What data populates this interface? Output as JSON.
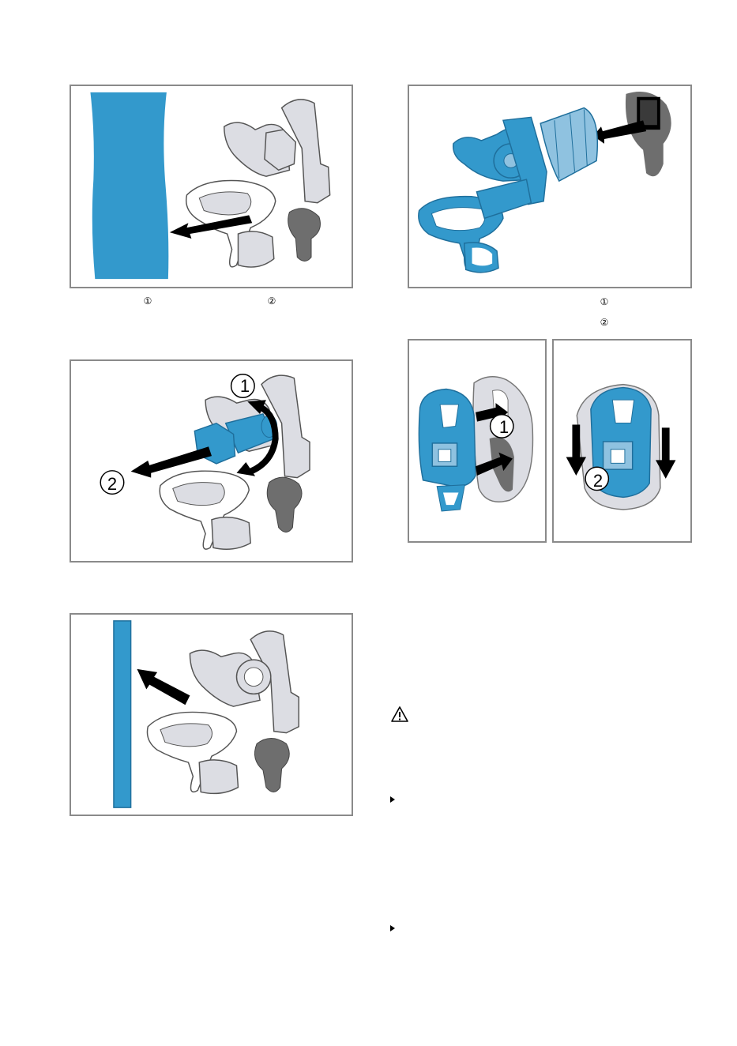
{
  "colors": {
    "blue": "#3399cc",
    "dark_blue": "#1f6f9c",
    "light_blue": "#8fc2e0",
    "grey_light": "#dcdde3",
    "grey_dark": "#6e6e6e",
    "frame": "#8a8a8a"
  },
  "captions": {
    "fig1_a": "①",
    "fig1_b": "②",
    "fig4_a": "①",
    "fig4_b": "②"
  },
  "callouts": {
    "fig2_1": "1",
    "fig2_2": "2",
    "fig5_1": "1",
    "fig6_2": "2"
  },
  "icons": [
    "warning-icon",
    "bullet-arrow-icon"
  ]
}
